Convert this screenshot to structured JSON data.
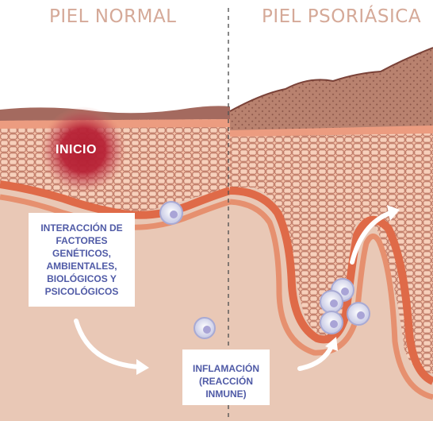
{
  "headings": {
    "normal": "PIEL NORMAL",
    "psoriasis": "PIEL PSORIÁSICA"
  },
  "start_label": "INICIO",
  "factors_box": {
    "lines": [
      "INTERACCIÓN DE",
      "FACTORES",
      "GENÉTICOS,",
      "AMBIENTALES,",
      "BIOLÓGICOS Y",
      "PSICOLÓGICOS"
    ]
  },
  "inflammation_box": {
    "lines": [
      "INFLAMACIÓN",
      "(REACCIÓN",
      "INMUNE)"
    ]
  },
  "colors": {
    "heading": "#d5a998",
    "box_text": "#4f5aa6",
    "dermis": "#e9c8b6",
    "epidermis": "#f0b69c",
    "stratum_corneum": "#a46a5f",
    "basal_band": "#df6a48",
    "inicio_glow": "#b31f33"
  },
  "icons": [
    "immune-cell-icon",
    "arrow-curve-icon"
  ]
}
